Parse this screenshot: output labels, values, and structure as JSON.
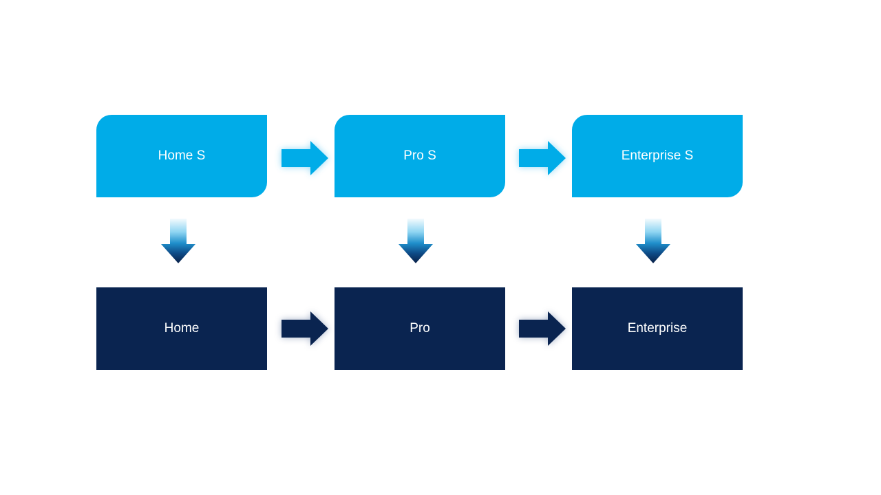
{
  "slide": {
    "background": "#FFFFFF",
    "colors": {
      "light_blue": "#00ACE8",
      "navy": "#0A2450",
      "text": "#FFFFFF"
    },
    "top_row": {
      "items": [
        {
          "label": "Home S"
        },
        {
          "label": "Pro S"
        },
        {
          "label": "Enterprise S"
        }
      ]
    },
    "bottom_row": {
      "items": [
        {
          "label": "Home"
        },
        {
          "label": "Pro"
        },
        {
          "label": "Enterprise"
        }
      ]
    },
    "connectors": {
      "top_right_arrows": 2,
      "bottom_right_arrows": 2,
      "down_arrows": 3
    }
  }
}
